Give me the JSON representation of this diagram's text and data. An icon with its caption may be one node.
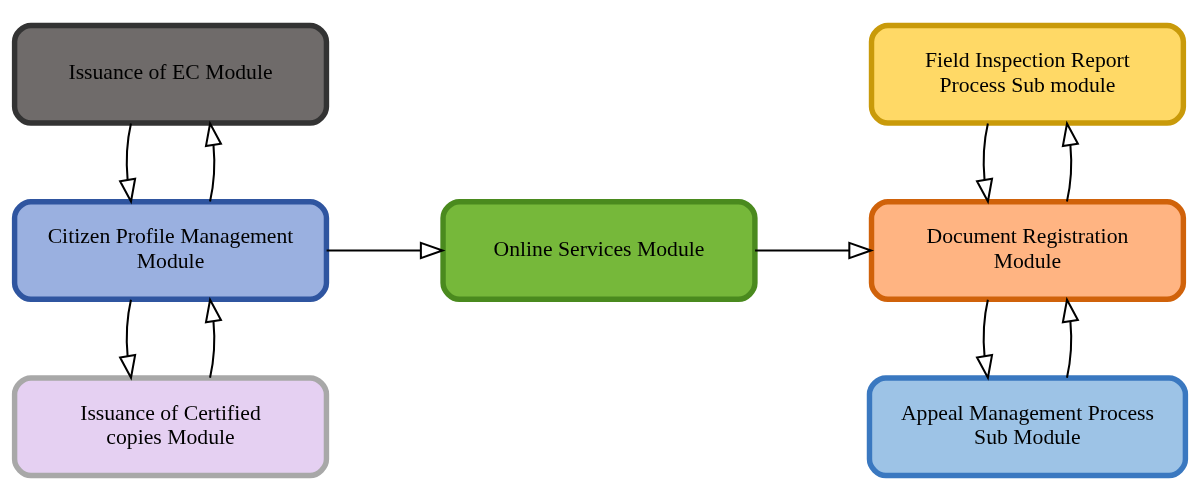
{
  "diagram": {
    "nodes": [
      {
        "text": [
          "Issuance of EC Module"
        ]
      },
      {
        "text": [
          "Citizen Profile Management Module"
        ]
      },
      {
        "text": [
          "Issuance of Certified copies Module"
        ]
      },
      {
        "text": [
          "Online Services Module"
        ]
      },
      {
        "text": [
          "Field Inspection Report Process Sub module"
        ]
      },
      {
        "text": [
          "Document Registration Module"
        ]
      },
      {
        "text": [
          "Appeal Management Process Sub Module"
        ]
      }
    ],
    "edges": [
      {
        "from": 0,
        "to": 1,
        "arrow": "to"
      },
      {
        "from": 1,
        "to": 0,
        "arrow": "to"
      },
      {
        "from": 1,
        "to": 2,
        "arrow": "to"
      },
      {
        "from": 2,
        "to": 1,
        "arrow": "to"
      },
      {
        "from": 1,
        "to": 3,
        "arrow": "to"
      },
      {
        "from": 3,
        "to": 5,
        "arrow": "to"
      },
      {
        "from": 4,
        "to": 5,
        "arrow": "to"
      },
      {
        "from": 5,
        "to": 4,
        "arrow": "to"
      },
      {
        "from": 5,
        "to": 6,
        "arrow": "to"
      },
      {
        "from": 6,
        "to": 5,
        "arrow": "to"
      }
    ]
  }
}
